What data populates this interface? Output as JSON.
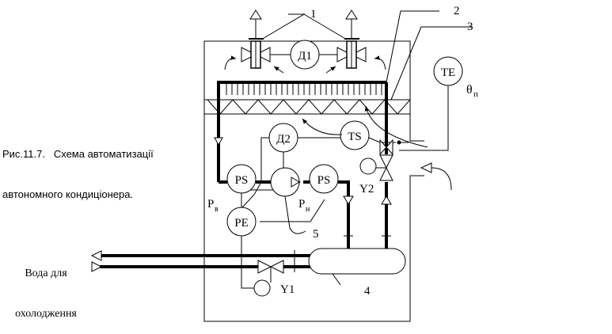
{
  "caption": {
    "line1": "Рис.11.7.   Схема автоматизації",
    "line2": "автономного кондиціонера."
  },
  "water_label": {
    "line1": "Вода для",
    "line2": "охолодження"
  },
  "devices": {
    "fan_motor": "Д1",
    "pump_motor": "Д2",
    "temp_element": "TE",
    "temp_switch": "TS",
    "pressure_switch_left": "PS",
    "pressure_switch_right": "PS",
    "pressure_element": "PE"
  },
  "callouts": {
    "n1": "1",
    "n2": "2",
    "n3": "3",
    "n4": "4",
    "n5": "5",
    "y1": "Y1",
    "y2": "Y2"
  },
  "symbols": {
    "theta_main": "θ",
    "theta_sub": "п",
    "p_in_main": "P",
    "p_in_sub": "в",
    "p_out_main": "P",
    "p_out_sub": "н"
  }
}
